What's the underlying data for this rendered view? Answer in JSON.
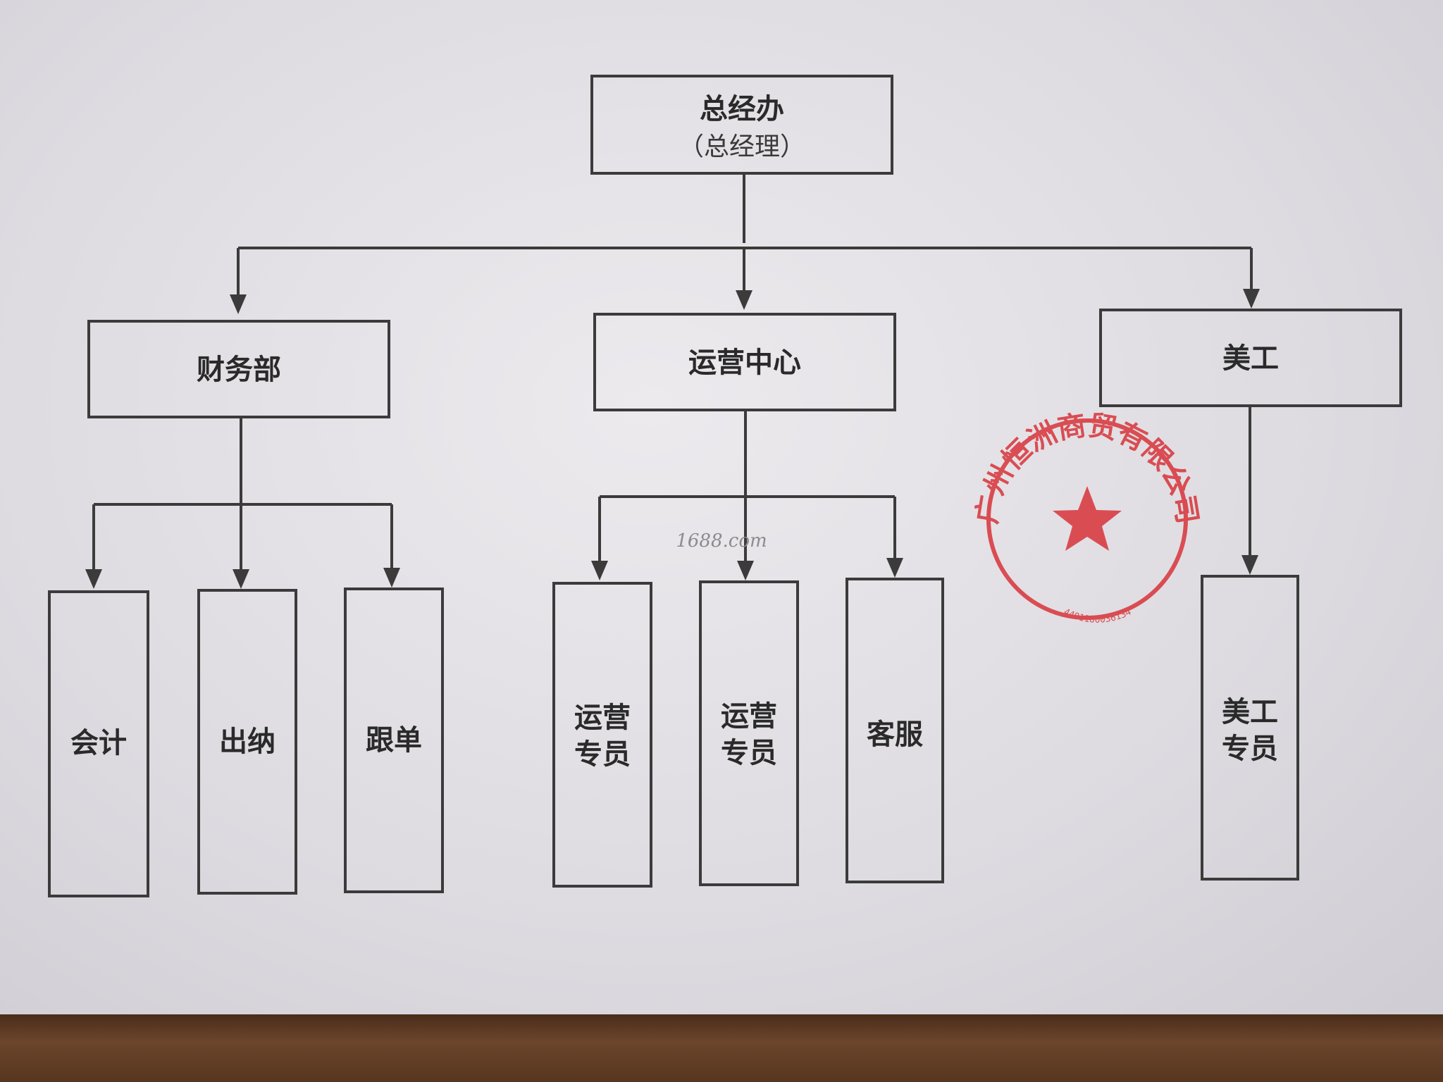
{
  "org_chart": {
    "root": {
      "title": "总经办",
      "subtitle": "（总经理）"
    },
    "departments": [
      {
        "name": "财务部",
        "roles": [
          "会计",
          "出纳",
          "跟单"
        ]
      },
      {
        "name": "运营中心",
        "roles": [
          [
            "运营",
            "专员"
          ],
          [
            "运营",
            "专员"
          ],
          "客服"
        ]
      },
      {
        "name": "美工",
        "roles": [
          [
            "美工",
            "专员"
          ]
        ]
      }
    ]
  },
  "watermark": "1688.com",
  "seal": {
    "company": "广州恒洲商贸有限公司",
    "number": "4401180036134",
    "color": "#d8393f"
  },
  "colors": {
    "line": "#3b3b3b",
    "paper": "#e4e2e6",
    "table": "#5a3a25"
  }
}
